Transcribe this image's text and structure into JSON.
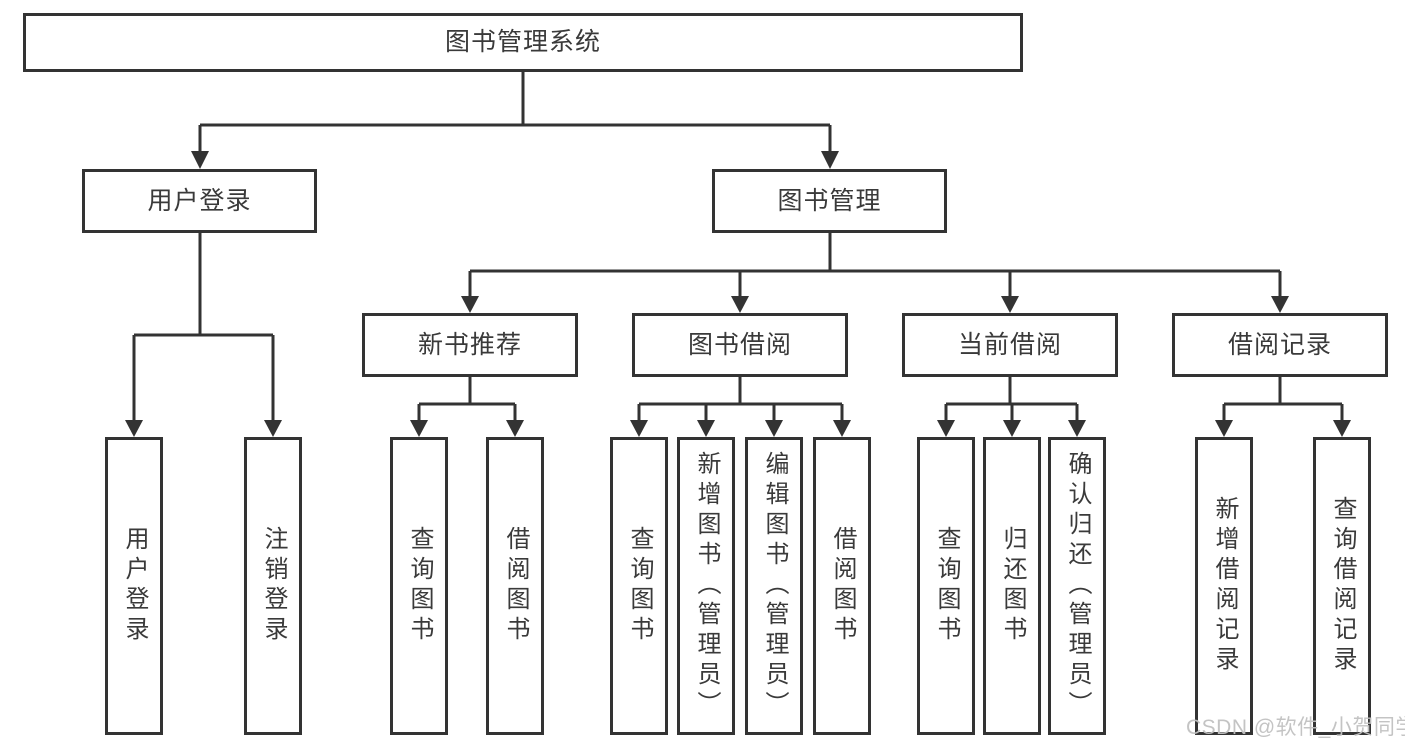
{
  "root": {
    "label": "图书管理系统"
  },
  "level2": {
    "user_login": {
      "label": "用户登录"
    },
    "book_mgmt": {
      "label": "图书管理"
    }
  },
  "level3": {
    "new_books": {
      "label": "新书推荐"
    },
    "book_borrow": {
      "label": "图书借阅"
    },
    "current_borrow": {
      "label": "当前借阅"
    },
    "borrow_records": {
      "label": "借阅记录"
    }
  },
  "leaves": {
    "user_login": [
      "用户登录",
      "注销登录"
    ],
    "new_books": [
      "查询图书",
      "借阅图书"
    ],
    "book_borrow": [
      "查询图书",
      "新增图书（管理员）",
      "编辑图书（管理员）",
      "借阅图书"
    ],
    "current_borrow": [
      "查询图书",
      "归还图书",
      "确认归还（管理员）"
    ],
    "borrow_records": [
      "新增借阅记录",
      "查询借阅记录"
    ]
  },
  "watermark": {
    "text": "CSDN @软件_小贺同学"
  },
  "colors": {
    "line": "#333333",
    "text": "#3a3a3a",
    "box_background": "#ffffff",
    "page_background": "#ffffff",
    "watermark": "#c1c1c1"
  }
}
